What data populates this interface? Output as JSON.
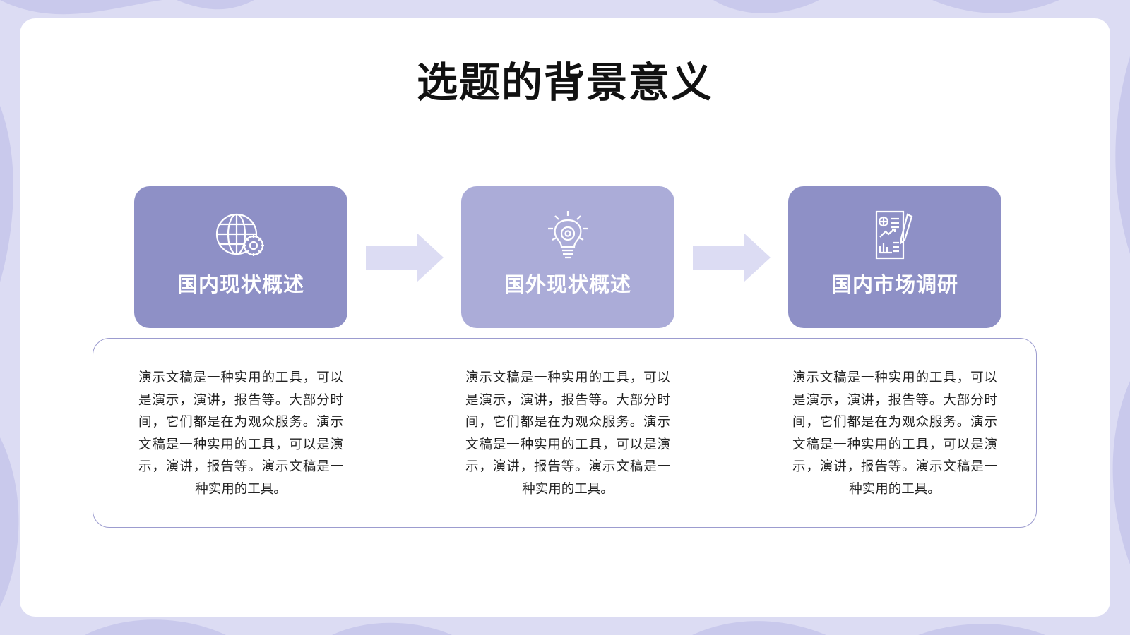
{
  "slide": {
    "title": "选题的背景意义"
  },
  "colors": {
    "background": "#dcdcf3",
    "card": "#ffffff",
    "step_dark": "#8e90c6",
    "step_light": "#abacd8",
    "arrow": "#dcdcf3",
    "panel_border": "#9c9ccf"
  },
  "steps": [
    {
      "label": "国内现状概述",
      "icon": "globe-gear-icon",
      "description": "演示文稿是一种实用的工具，可以是演示，演讲，报告等。大部分时间，它们都是在为观众服务。演示文稿是一种实用的工具，可以是演示，演讲，报告等。演示文稿是一种实用的工具。"
    },
    {
      "label": "国外现状概述",
      "icon": "lightbulb-gear-icon",
      "description": "演示文稿是一种实用的工具，可以是演示，演讲，报告等。大部分时间，它们都是在为观众服务。演示文稿是一种实用的工具，可以是演示，演讲，报告等。演示文稿是一种实用的工具。"
    },
    {
      "label": "国内市场调研",
      "icon": "report-document-icon",
      "description": "演示文稿是一种实用的工具，可以是演示，演讲，报告等。大部分时间，它们都是在为观众服务。演示文稿是一种实用的工具，可以是演示，演讲，报告等。演示文稿是一种实用的工具。"
    }
  ]
}
